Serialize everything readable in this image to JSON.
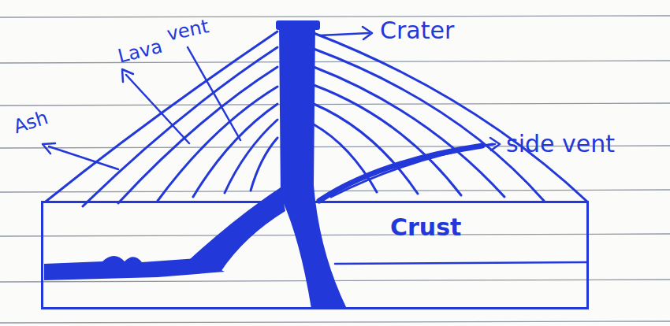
{
  "diagram": {
    "nodes": [
      {
        "text": [
          "Crust"
        ]
      }
    ],
    "labels": [
      "Ash",
      "Lava",
      "vent",
      "Crater",
      "side vent"
    ]
  }
}
